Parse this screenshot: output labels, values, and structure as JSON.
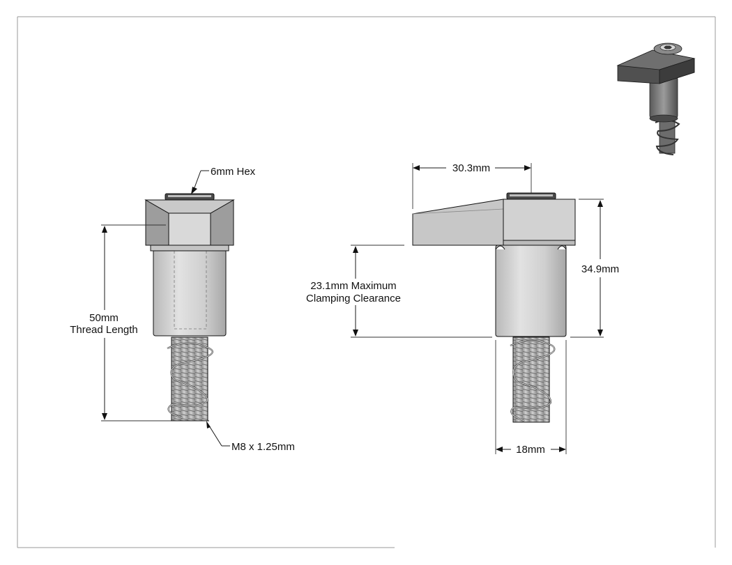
{
  "drawing": {
    "callouts": {
      "hex": "6mm Hex",
      "thread_length_value": "50mm",
      "thread_length_label": "Thread Length",
      "thread_size": "M8 x 1.25mm",
      "arm_length": "30.3mm",
      "clearance_value": "23.1mm Maximum",
      "clearance_label": "Clamping Clearance",
      "overall_height": "34.9mm",
      "body_diameter": "18mm"
    },
    "colors": {
      "metal_light": "#d6d6d6",
      "metal_mid": "#bdbdbd",
      "metal_dark": "#8f8f8f",
      "line": "#111111",
      "border": "#9a9a9a"
    },
    "iso_icon": "clamp-isometric-thumbnail"
  }
}
